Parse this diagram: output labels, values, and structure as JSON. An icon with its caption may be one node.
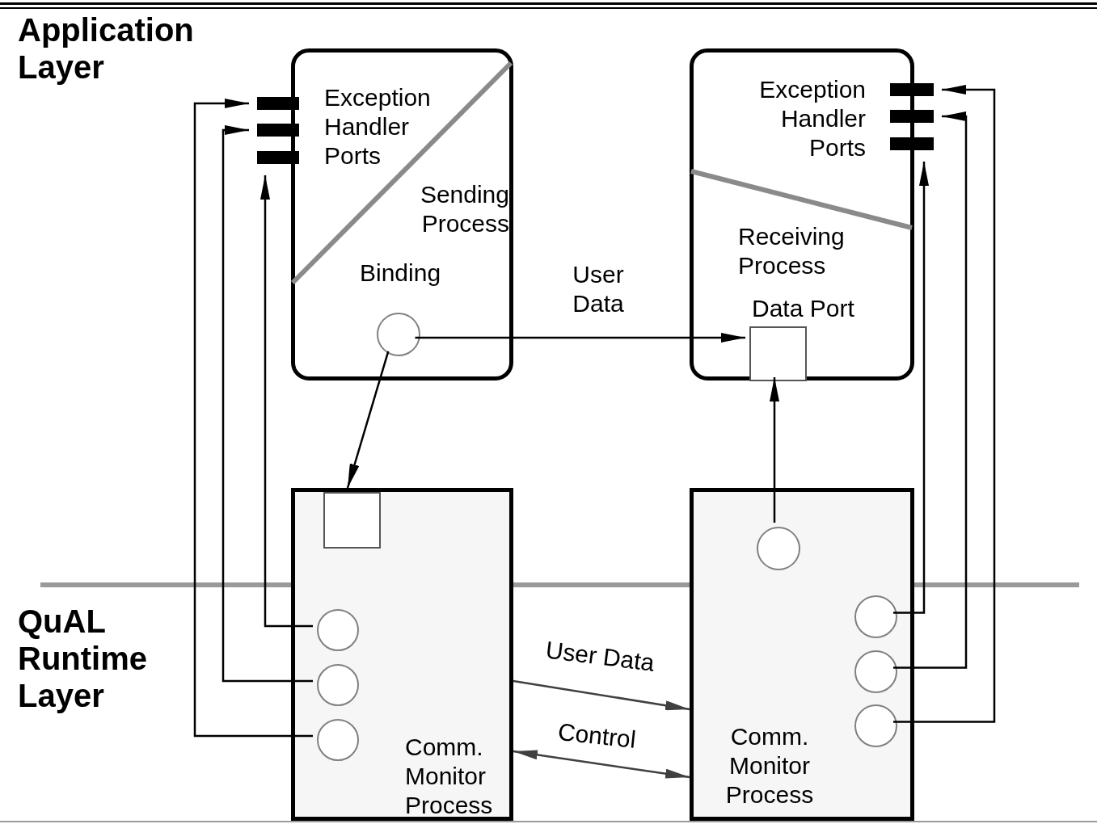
{
  "diagram": {
    "nodes": [
      {
        "text": [
          "Exception Handler Ports",
          "Sending Process"
        ]
      },
      {
        "text": [],
        "shape": "bar"
      },
      {
        "text": [],
        "shape": "bar"
      },
      {
        "text": [],
        "shape": "bar"
      },
      {
        "text": [],
        "shape": "circle",
        "in": 0,
        "beside": [
          "Binding"
        ]
      },
      {
        "text": [
          "Exception Handler Ports",
          "Receiving Process"
        ]
      },
      {
        "text": [],
        "shape": "bar"
      },
      {
        "text": [],
        "shape": "bar"
      },
      {
        "text": [],
        "shape": "bar"
      },
      {
        "text": [],
        "shape": "box",
        "in": 5,
        "beside": [
          "Data Port"
        ]
      },
      {
        "text": [
          "Comm. Monitor Process"
        ]
      },
      {
        "text": [],
        "shape": "box",
        "in": 10
      },
      {
        "text": [],
        "shape": "circle",
        "in": 10
      },
      {
        "text": [],
        "shape": "circle",
        "in": 10
      },
      {
        "text": [],
        "shape": "circle",
        "in": 10
      },
      {
        "text": [
          "Comm. Monitor Process"
        ]
      },
      {
        "text": [],
        "shape": "circle",
        "in": 15
      },
      {
        "text": [],
        "shape": "circle",
        "in": 15
      },
      {
        "text": [],
        "shape": "circle",
        "in": 15
      },
      {
        "text": [],
        "shape": "circle",
        "in": 15
      }
    ],
    "edges": [
      {
        "from": 4,
        "to": 9,
        "arrow": "to",
        "label": "User Data"
      },
      {
        "from": 4,
        "to": 11,
        "arrow": "to"
      },
      {
        "from": 16,
        "to": 9,
        "arrow": "to"
      },
      {
        "from": 10,
        "to": 15,
        "arrow": "to",
        "label": "User Data",
        "color": "#404040"
      },
      {
        "from": 10,
        "to": 15,
        "arrow": "both",
        "label": "Control",
        "color": "#404040"
      },
      {
        "from": 12,
        "to": 3,
        "arrow": "to"
      },
      {
        "from": 13,
        "to": 2,
        "arrow": "to"
      },
      {
        "from": 14,
        "to": 1,
        "arrow": "to"
      },
      {
        "from": 17,
        "to": 8,
        "arrow": "to"
      },
      {
        "from": 18,
        "to": 7,
        "arrow": "to"
      },
      {
        "from": 19,
        "to": 6,
        "arrow": "to"
      }
    ],
    "labels": [
      "Application Layer",
      "QuAL Runtime Layer"
    ]
  }
}
